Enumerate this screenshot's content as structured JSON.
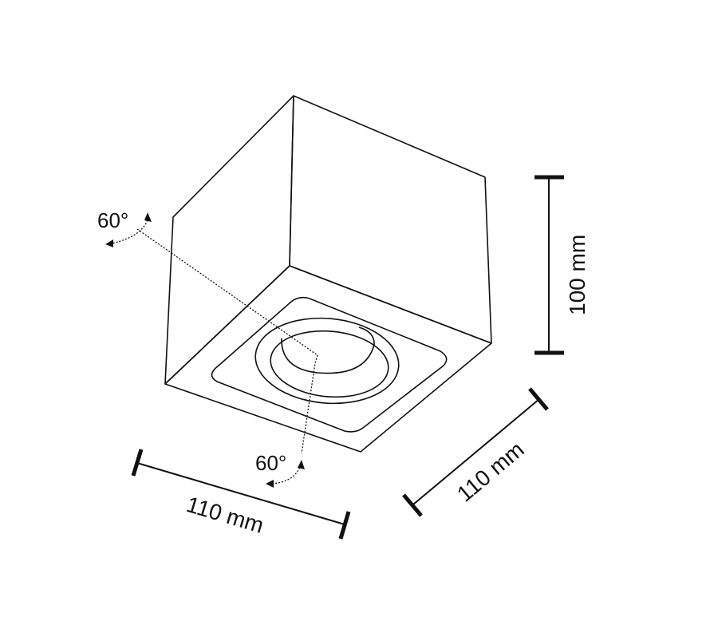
{
  "colors": {
    "line": "#111111",
    "background": "#ffffff"
  },
  "dimensions": {
    "height": "100 mm",
    "width_front": "110 mm",
    "depth_right": "110 mm"
  },
  "tilt": {
    "upper_angle": "60°",
    "lower_angle": "60°"
  }
}
